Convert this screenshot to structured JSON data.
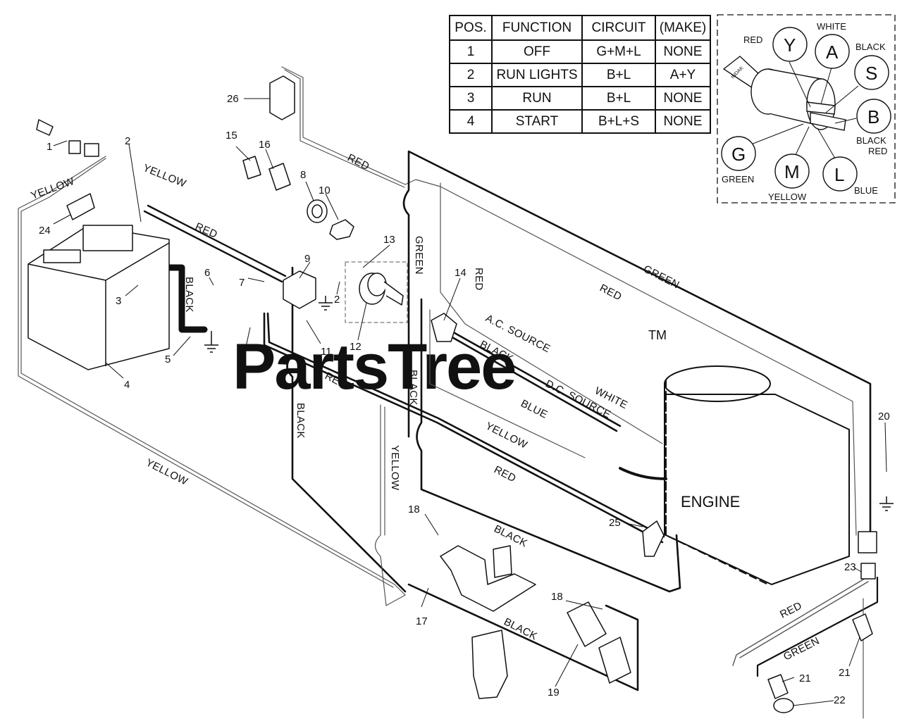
{
  "table": {
    "headers": [
      "POS.",
      "FUNCTION",
      "CIRCUIT",
      "(MAKE)"
    ],
    "rows": [
      [
        "1",
        "OFF",
        "G+M+L",
        "NONE"
      ],
      [
        "2",
        "RUN LIGHTS",
        "B+L",
        "A+Y"
      ],
      [
        "3",
        "RUN",
        "B+L",
        "NONE"
      ],
      [
        "4",
        "START",
        "B+L+S",
        "NONE"
      ]
    ]
  },
  "ignition_key": {
    "brand": "INDAK",
    "terminals": [
      {
        "letter": "Y",
        "color": "RED"
      },
      {
        "letter": "A",
        "color": "WHITE"
      },
      {
        "letter": "S",
        "color": "BLACK"
      },
      {
        "letter": "B",
        "color": "BLACK RED"
      },
      {
        "letter": "L",
        "color": "BLUE"
      },
      {
        "letter": "M",
        "color": "YELLOW"
      },
      {
        "letter": "G",
        "color": "GREEN"
      }
    ],
    "b_color_line1": "BLACK",
    "b_color_line2": "RED"
  },
  "wire_labels": {
    "yellow": "YELLOW",
    "red": "RED",
    "black": "BLACK",
    "green": "GREEN",
    "blue": "BLUE",
    "white": "WHITE",
    "ac_source": "A.C. SOURCE",
    "dc_source": "D.C. SOURCE"
  },
  "engine_label": "ENGINE",
  "watermark": "PartsTree",
  "trademark": "TM",
  "callouts": [
    "1",
    "2",
    "3",
    "4",
    "5",
    "6",
    "7",
    "8",
    "9",
    "10",
    "11",
    "12",
    "13",
    "14",
    "15",
    "16",
    "17",
    "18",
    "19",
    "20",
    "21",
    "22",
    "23",
    "24",
    "25",
    "26"
  ]
}
